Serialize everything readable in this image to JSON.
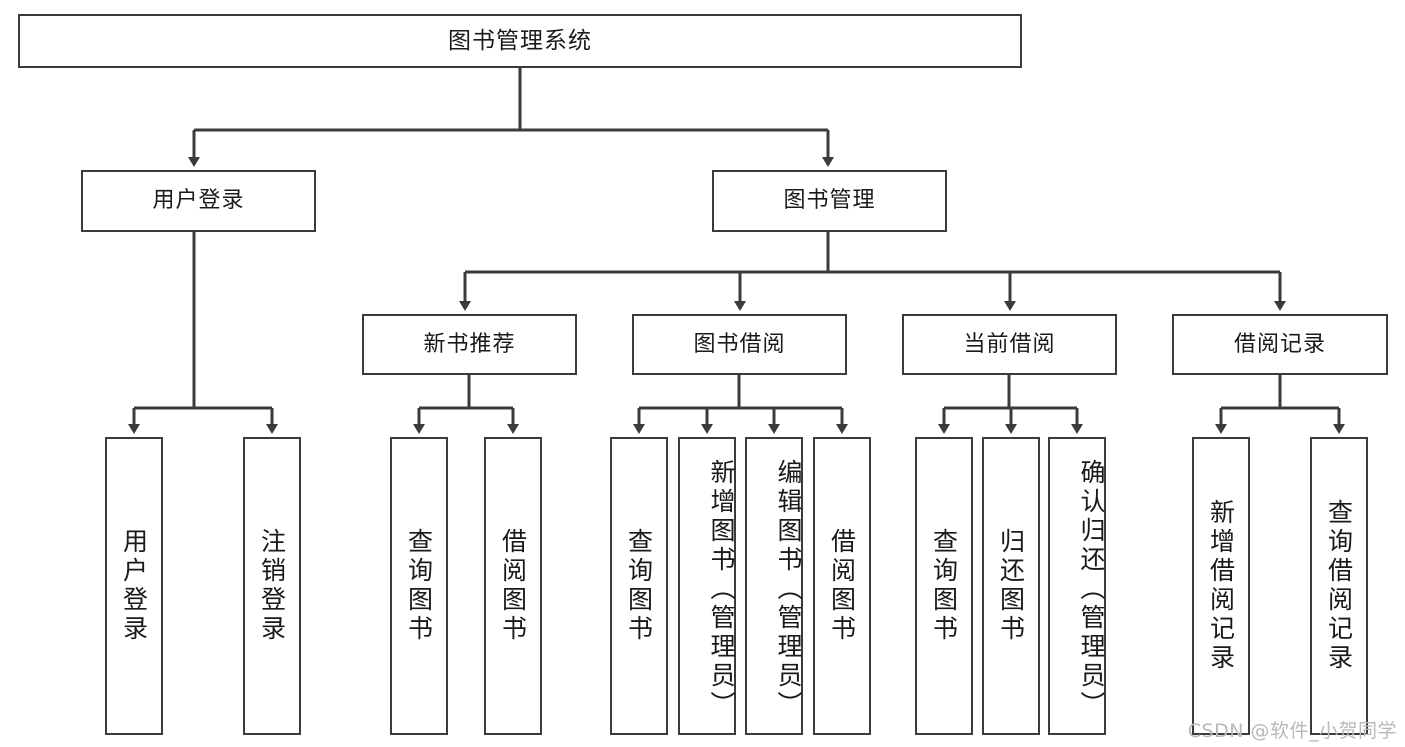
{
  "diagram": {
    "type": "tree",
    "title": "图书管理系统",
    "watermark": "CSDN @软件_小贺同学",
    "colors": {
      "box_border": "#3b3b3b",
      "box_fill": "#ffffff",
      "connector": "#3b3b3b",
      "text": "#1a1a1a",
      "watermark": "#b9b9b9",
      "background": "#ffffff"
    },
    "root": {
      "label": "图书管理系统"
    },
    "level1": [
      {
        "label": "用户登录"
      },
      {
        "label": "图书管理"
      }
    ],
    "level2": [
      {
        "label": "新书推荐"
      },
      {
        "label": "图书借阅"
      },
      {
        "label": "当前借阅"
      },
      {
        "label": "借阅记录"
      }
    ],
    "leaves": {
      "user_login": [
        {
          "label": "用户登录"
        },
        {
          "label": "注销登录"
        }
      ],
      "new_book_recommend": [
        {
          "label": "查询图书"
        },
        {
          "label": "借阅图书"
        }
      ],
      "book_borrow": [
        {
          "label": "查询图书"
        },
        {
          "label": "新增图书（管理员）"
        },
        {
          "label": "编辑图书（管理员）"
        },
        {
          "label": "借阅图书"
        }
      ],
      "current_borrow": [
        {
          "label": "查询图书"
        },
        {
          "label": "归还图书"
        },
        {
          "label": "确认归还（管理员）"
        }
      ],
      "borrow_record": [
        {
          "label": "新增借阅记录"
        },
        {
          "label": "查询借阅记录"
        }
      ]
    }
  }
}
